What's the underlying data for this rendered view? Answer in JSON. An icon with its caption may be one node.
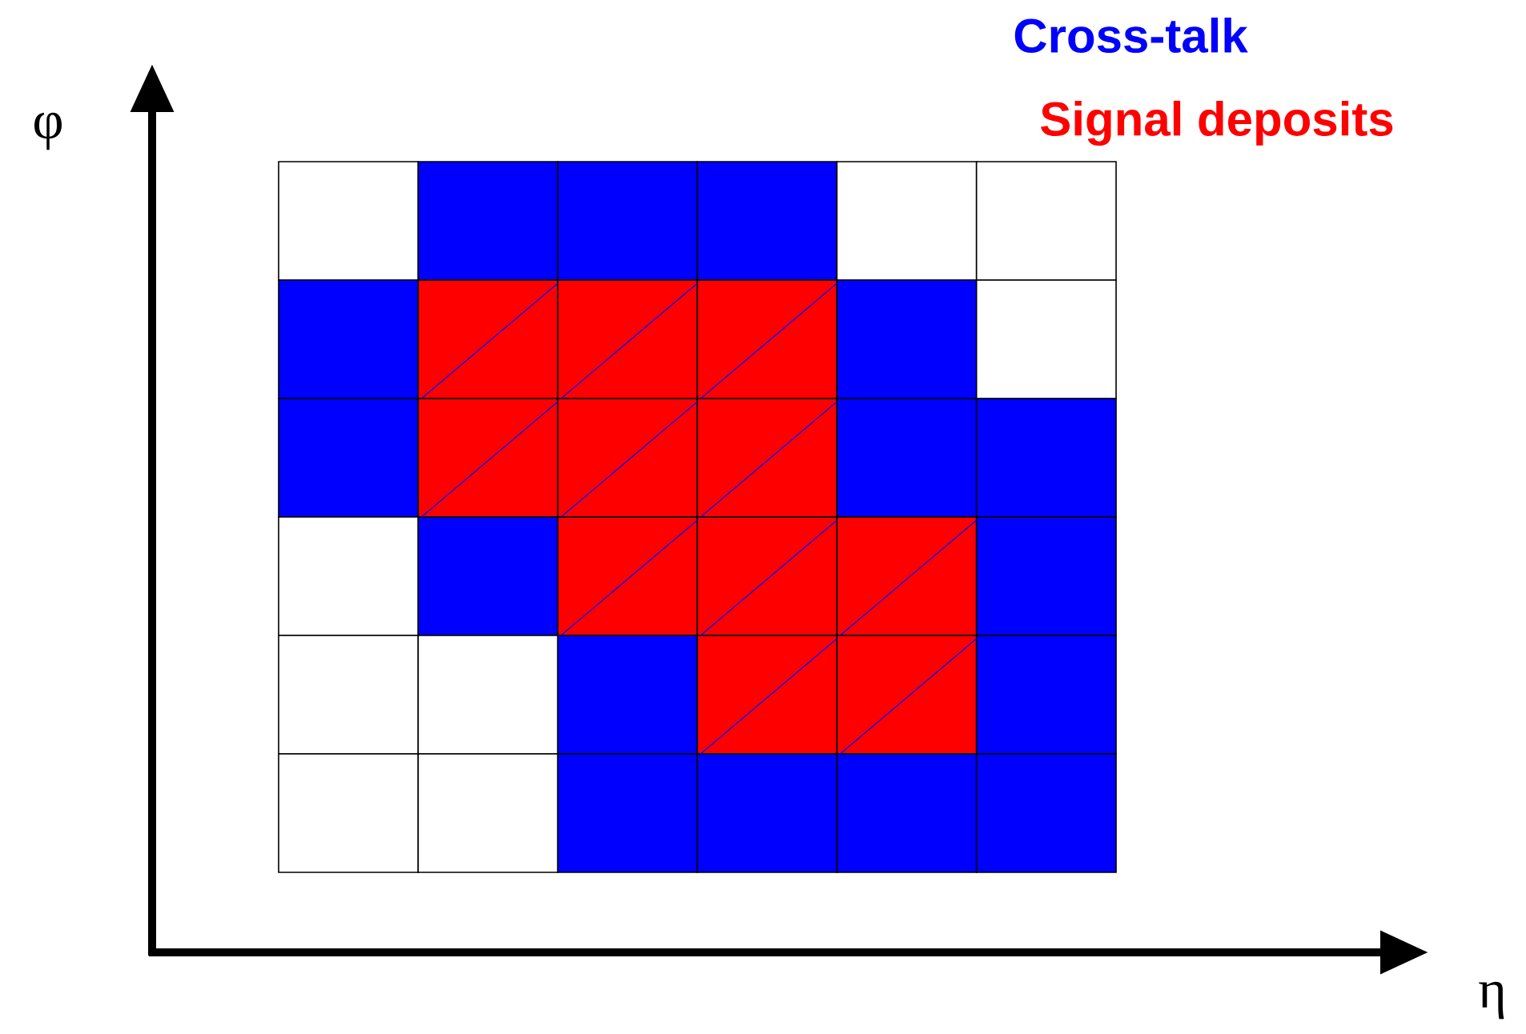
{
  "diagram": {
    "labels": [
      "Cross-talk",
      "Signal deposits",
      "φ",
      "η"
    ]
  }
}
